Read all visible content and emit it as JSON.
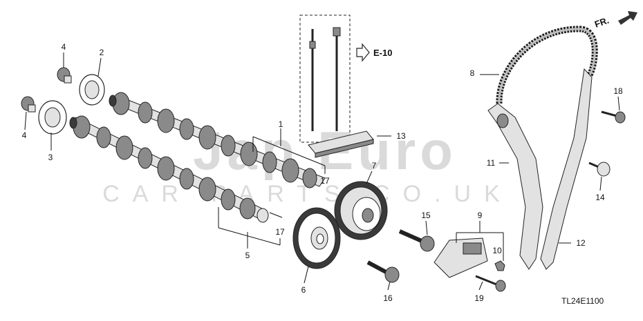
{
  "diagram": {
    "code": "TL24E1100",
    "reference": "E-10",
    "direction": "FR.",
    "watermark": {
      "brand": "Jap Euro",
      "site": "CAR PARTS.CO.UK"
    },
    "callouts": [
      "1",
      "2",
      "3",
      "4",
      "4",
      "5",
      "6",
      "7",
      "8",
      "9",
      "10",
      "11",
      "12",
      "13",
      "14",
      "15",
      "16",
      "17",
      "17",
      "18",
      "19"
    ]
  }
}
